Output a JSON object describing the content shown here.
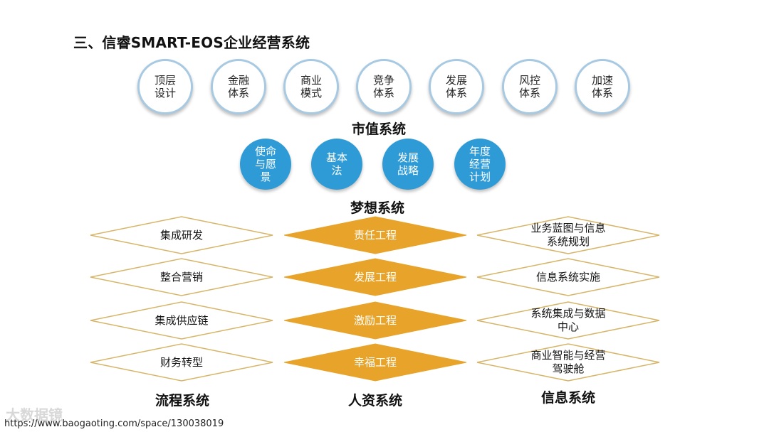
{
  "title": "三、信睿SMART-EOS企业经营系统",
  "market_value_system": {
    "label": "市值系统",
    "items": [
      "顶层\n设计",
      "金融\n体系",
      "商业\n模式",
      "竞争\n体系",
      "发展\n体系",
      "风控\n体系",
      "加速\n体系"
    ]
  },
  "dream_system": {
    "label": "梦想系统",
    "items": [
      "使命\n与愿\n景",
      "基本\n法",
      "发展\n战略",
      "年度\n经营\n计划"
    ]
  },
  "process_system": {
    "label": "流程系统",
    "items": [
      "集成研发",
      "整合营销",
      "集成供应链",
      "财务转型"
    ]
  },
  "hr_system": {
    "label": "人资系统",
    "items": [
      "责任工程",
      "发展工程",
      "激励工程",
      "幸福工程"
    ]
  },
  "info_system": {
    "label": "信息系统",
    "items": [
      "业务蓝图与信息\n系统规划",
      "信息系统实施",
      "系统集成与数据\n中心",
      "商业智能与经营\n驾驶舱"
    ]
  },
  "colors": {
    "circle_fill": "#2e9bd6",
    "circle_outline": "#a7c9e1",
    "diamond_orange": "#e8a42a",
    "diamond_outline": "#d7b568"
  },
  "watermark": "大数据镜",
  "source_url": "https://www.baogaoting.com/space/130038019"
}
